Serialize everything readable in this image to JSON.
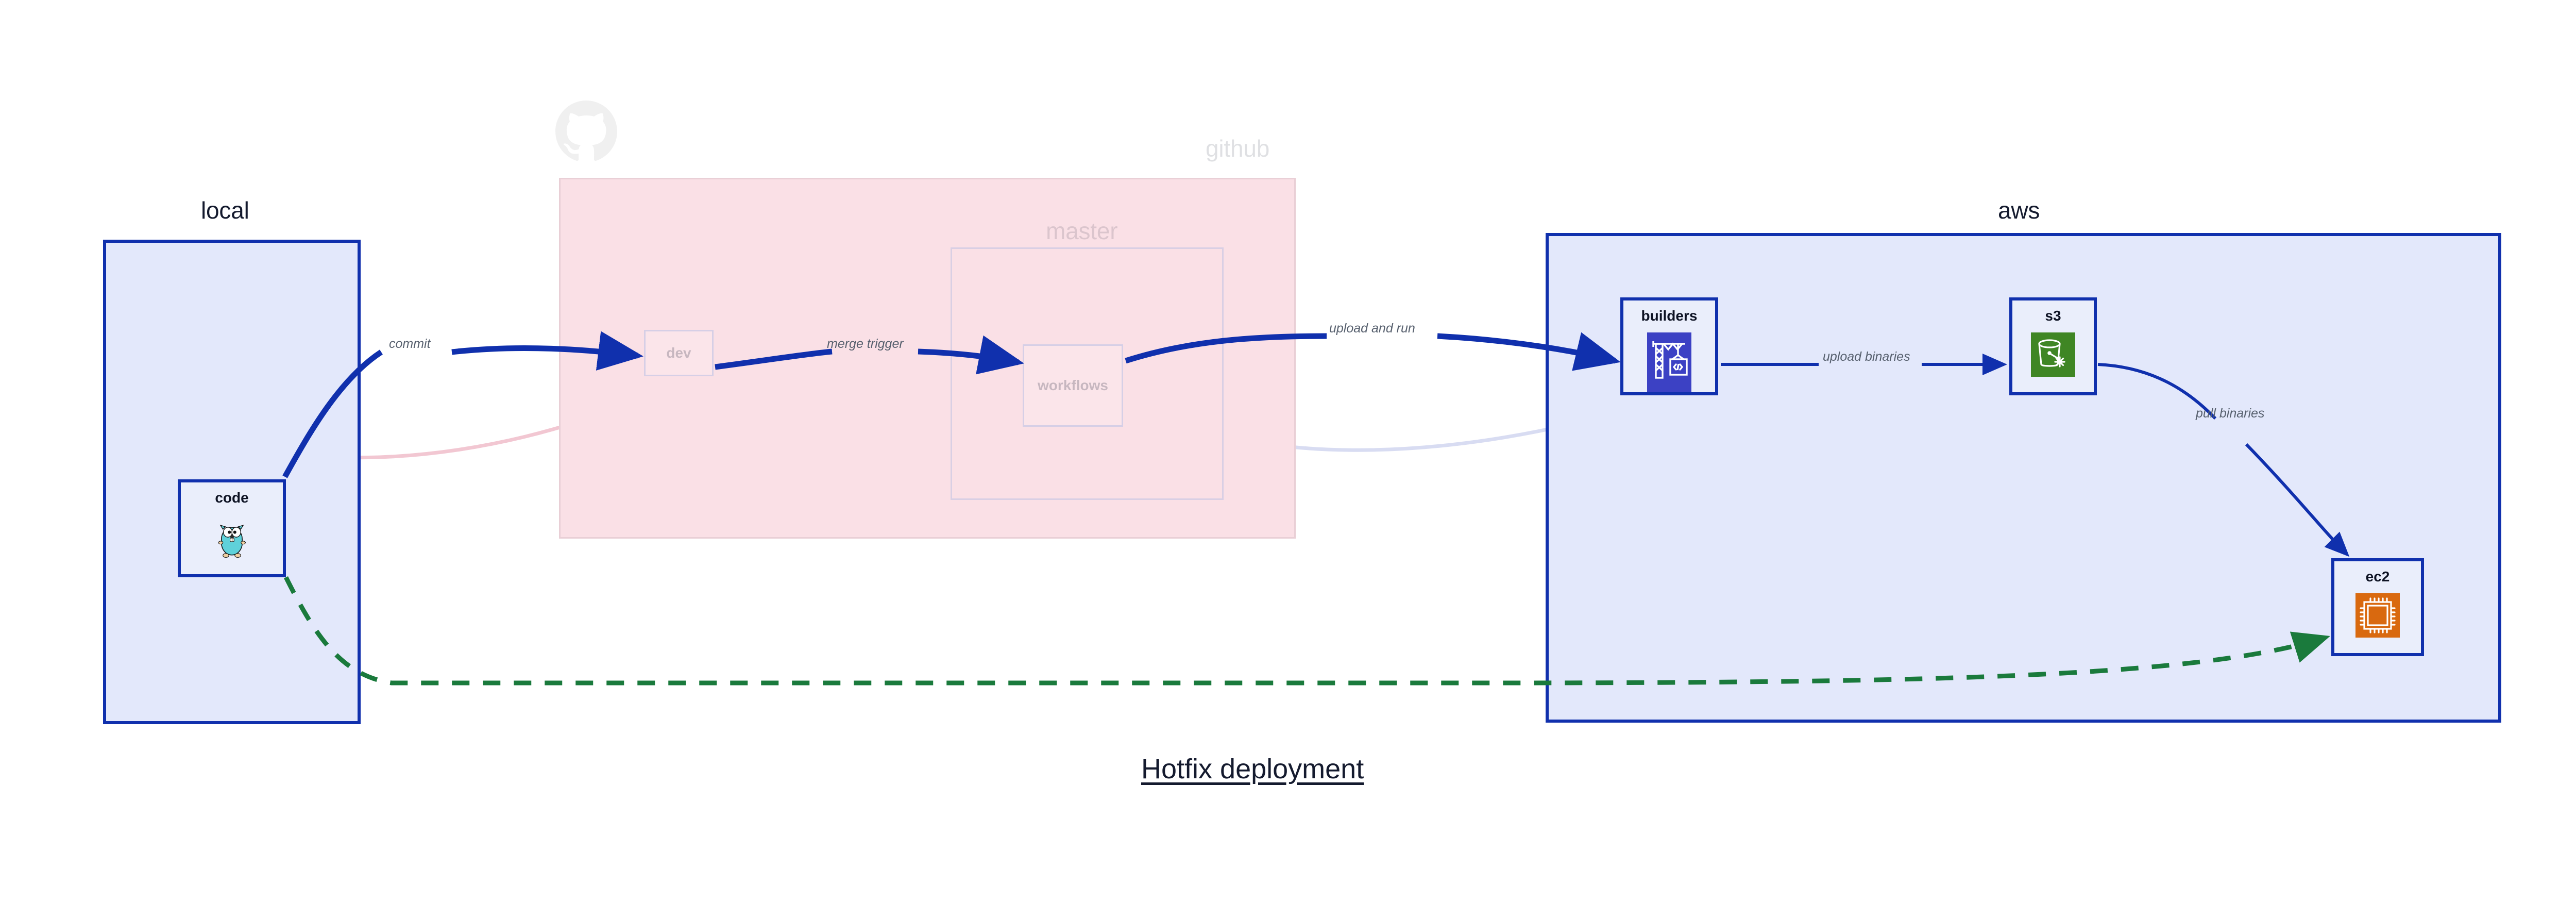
{
  "diagram": {
    "title": "Hotfix deployment",
    "groups": [
      {
        "id": "local",
        "label": "local"
      },
      {
        "id": "github",
        "label": "github"
      },
      {
        "id": "master",
        "label": "master"
      },
      {
        "id": "aws",
        "label": "aws"
      }
    ],
    "nodes": [
      {
        "id": "code",
        "label": "code",
        "icon": "go-gopher-icon",
        "group": "local",
        "state": "active"
      },
      {
        "id": "dev",
        "label": "dev",
        "icon": "none",
        "group": "github",
        "state": "faded"
      },
      {
        "id": "workflows",
        "label": "workflows",
        "icon": "none",
        "group": "master",
        "state": "faded"
      },
      {
        "id": "builders",
        "label": "builders",
        "icon": "aws-codebuild-icon",
        "group": "aws",
        "state": "active"
      },
      {
        "id": "s3",
        "label": "s3",
        "icon": "aws-s3-icon",
        "group": "aws",
        "state": "active"
      },
      {
        "id": "ec2",
        "label": "ec2",
        "icon": "aws-ec2-icon",
        "group": "aws",
        "state": "active"
      }
    ],
    "edges": [
      {
        "id": "commit",
        "label": "commit",
        "from": "code",
        "to": "dev",
        "style": "solid-bold",
        "color": "#1030ad"
      },
      {
        "id": "merge-trigger",
        "label": "merge trigger",
        "from": "dev",
        "to": "workflows",
        "style": "solid-bold",
        "color": "#1030ad"
      },
      {
        "id": "upload-and-run",
        "label": "upload and run",
        "from": "workflows",
        "to": "builders",
        "style": "solid-bold",
        "color": "#1030ad"
      },
      {
        "id": "upload-binaries",
        "label": "upload binaries",
        "from": "builders",
        "to": "s3",
        "style": "solid-thin",
        "color": "#1030ad"
      },
      {
        "id": "pull-binaries",
        "label": "pull binaries",
        "from": "s3",
        "to": "ec2",
        "style": "solid-thin",
        "color": "#1030ad"
      },
      {
        "id": "hotfix-direct",
        "label": "",
        "from": "code",
        "to": "ec2",
        "style": "dashed",
        "color": "#1a7a3c"
      },
      {
        "id": "faded-back-1",
        "label": "",
        "from": "code",
        "to": "dev",
        "style": "faded",
        "color": "#f2c7d2"
      },
      {
        "id": "faded-back-2",
        "label": "",
        "from": "dev",
        "to": "workflows",
        "style": "faded",
        "color": "#d6d6ec"
      },
      {
        "id": "faded-back-3",
        "label": "",
        "from": "workflows",
        "to": "builders",
        "style": "faded",
        "color": "#d8dcf2"
      }
    ],
    "colors": {
      "accent_blue": "#1030ad",
      "group_blue_fill": "#e3e8fb",
      "group_pink_fill": "#fae0e6",
      "node_fill": "#eaeefb",
      "dashed_green": "#1a7a3c",
      "text_dark": "#141a2e",
      "label_grey": "#57606e",
      "codebuild_purple": "#3c41c4",
      "s3_green": "#3f8624",
      "ec2_orange": "#d9690f",
      "gopher_cyan": "#5fd1da"
    }
  }
}
